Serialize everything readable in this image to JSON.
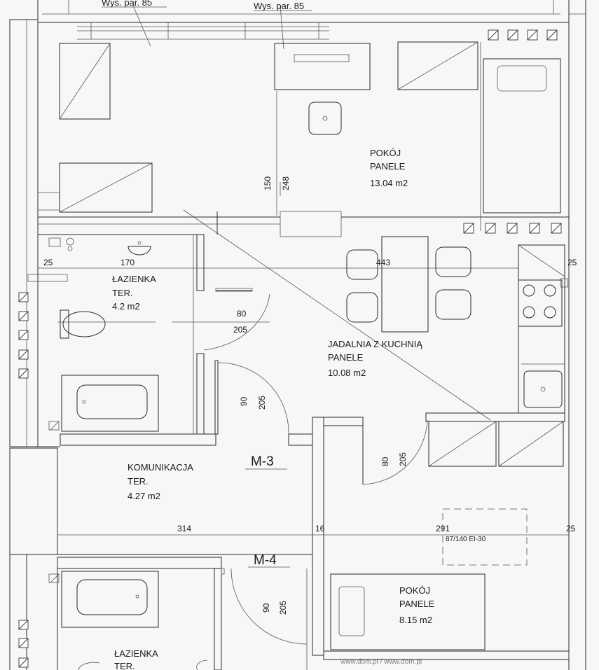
{
  "wys_par": [
    "Wys. par. 85",
    "Wys. par. 85"
  ],
  "rooms": {
    "pokoj1": {
      "name": "POKÓJ",
      "floor": "PANELE",
      "area": "13.04 m2"
    },
    "lazienka1": {
      "name": "ŁAZIENKA",
      "floor": "TER.",
      "area": "4.2 m2"
    },
    "jadalnia": {
      "name": "JADALNIA Z KUCHNIĄ",
      "floor": "PANELE",
      "area": "10.08 m2"
    },
    "komunikacja": {
      "name": "KOMUNIKACJA",
      "floor": "TER.",
      "area": "4.27 m2"
    },
    "pokoj2": {
      "name": "POKÓJ",
      "floor": "PANELE",
      "area": "8.15 m2"
    },
    "lazienka2": {
      "name": "ŁAZIENKA",
      "floor": "TER."
    }
  },
  "dims": {
    "d150": "150",
    "d248": "248",
    "d25a": "25",
    "d170": "170",
    "d443": "443",
    "d25b": "25",
    "d80a": "80",
    "d205a": "205",
    "d90a": "90",
    "d205b": "205",
    "d80b": "80",
    "d205c": "205",
    "d16": "16",
    "d314": "314",
    "d291": "291",
    "d25c": "25",
    "d90b": "90",
    "d205d": "205"
  },
  "markers": {
    "m3": "M-3",
    "m4": "M-4"
  },
  "door_spec": "87/140 EI-30",
  "watermark": "www.dom.pl  /  www.dom.pl"
}
